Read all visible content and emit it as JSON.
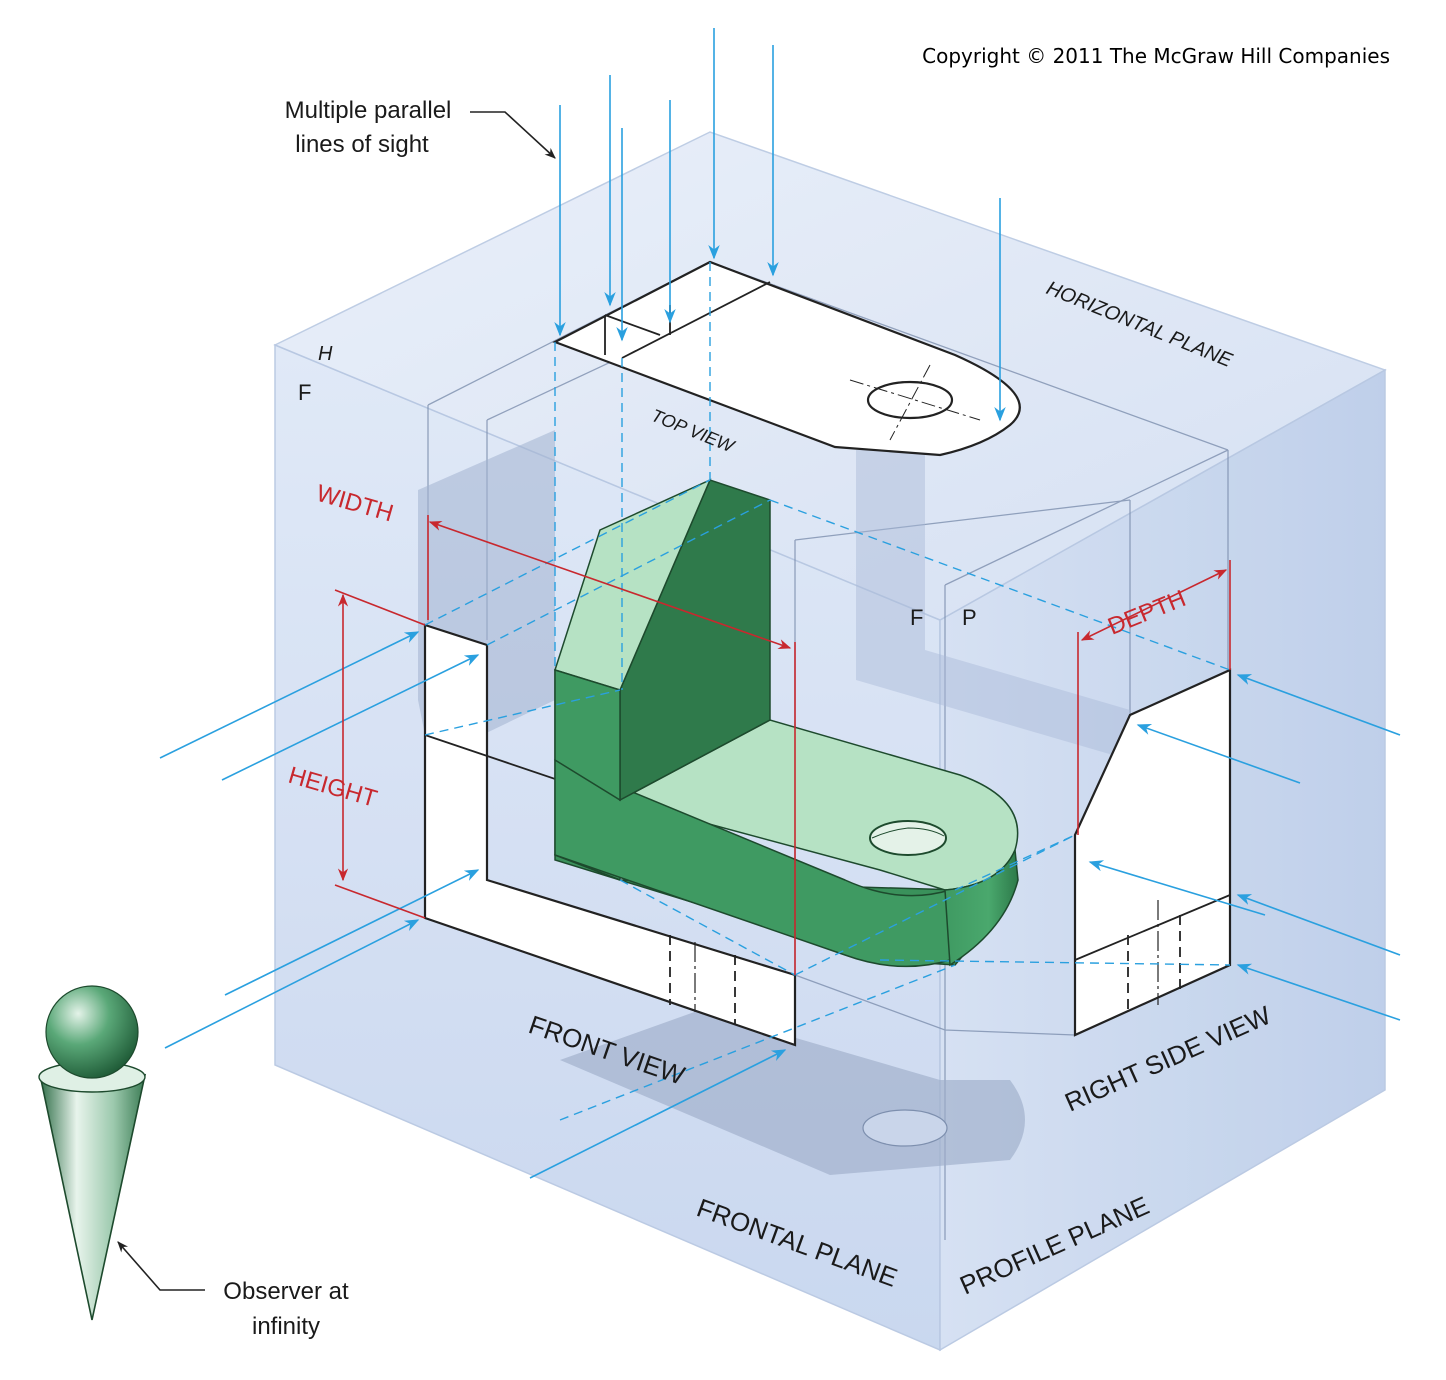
{
  "copyright": "Copyright © 2011 The McGraw Hill Companies",
  "callouts": {
    "sight_line1": "Multiple parallel",
    "sight_line2": "lines of sight",
    "observer_line1": "Observer at",
    "observer_line2": "infinity"
  },
  "planes": {
    "horizontal": "HORIZONTAL PLANE",
    "frontal": "FRONTAL PLANE",
    "profile": "PROFILE PLANE"
  },
  "views": {
    "top": "TOP VIEW",
    "front": "FRONT VIEW",
    "right_side": "RIGHT SIDE VIEW"
  },
  "dimensions": {
    "width": "WIDTH",
    "height": "HEIGHT",
    "depth": "DEPTH"
  },
  "fold_letters": {
    "h": "H",
    "f_left": "F",
    "f_center": "F",
    "p": "P"
  },
  "colors": {
    "sight_arrow": "#2aa0df",
    "dimension": "#c8282e",
    "object_green": "#3f9a62",
    "plane_tint": "#c9d7ef"
  }
}
